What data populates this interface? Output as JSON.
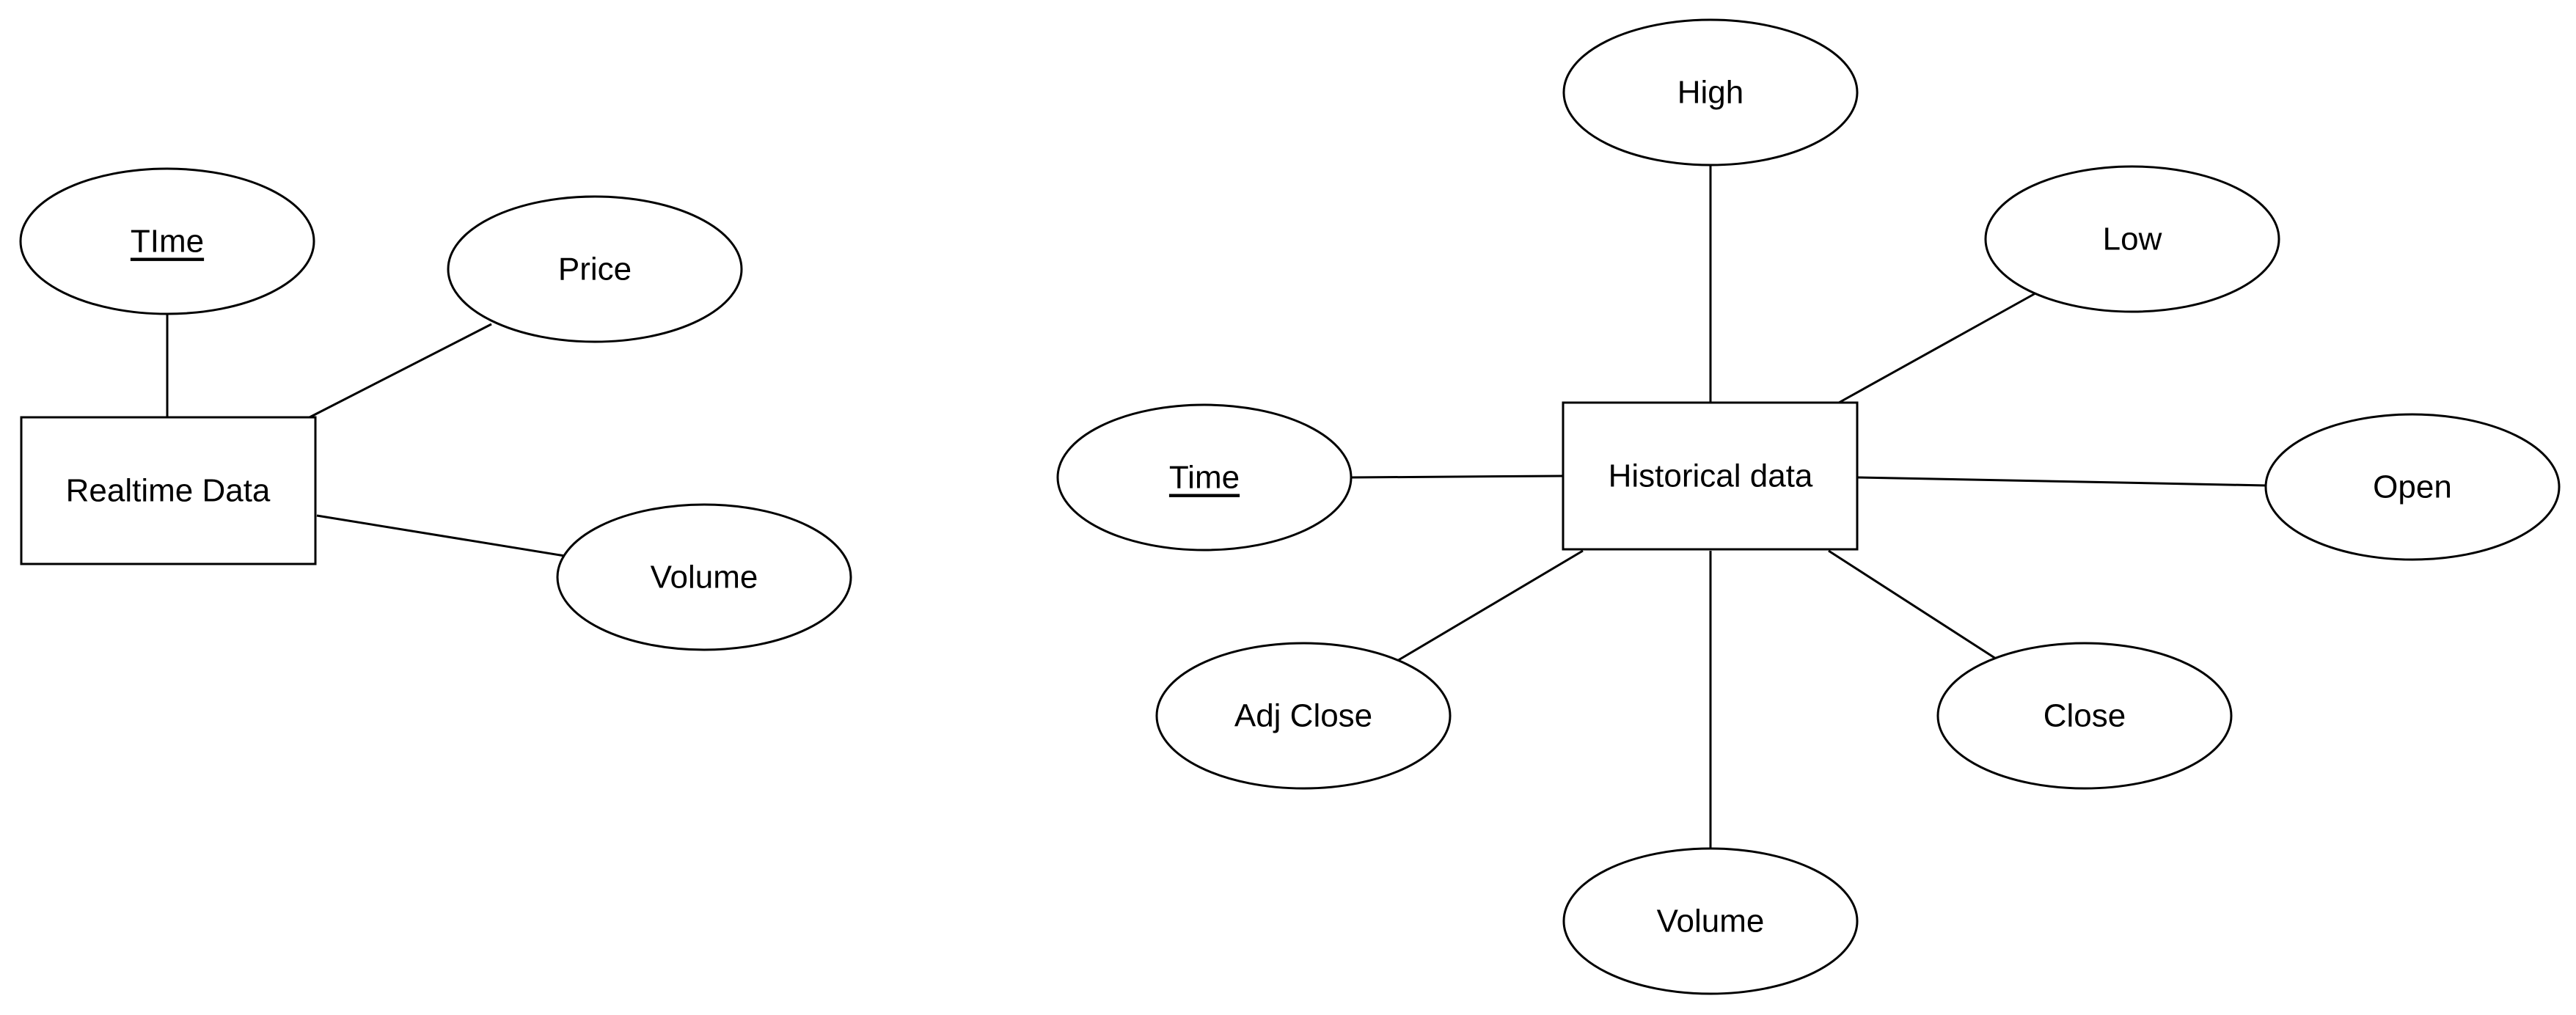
{
  "realtime": {
    "entity": "Realtime Data",
    "attributes": {
      "time": "TIme",
      "price": "Price",
      "volume": "Volume"
    }
  },
  "historical": {
    "entity": "Historical data",
    "attributes": {
      "high": "High",
      "low": "Low",
      "time": "Time",
      "open": "Open",
      "adj_close": "Adj Close",
      "close": "Close",
      "volume": "Volume"
    }
  },
  "colors": {
    "stroke": "#000000",
    "fill": "#ffffff"
  }
}
